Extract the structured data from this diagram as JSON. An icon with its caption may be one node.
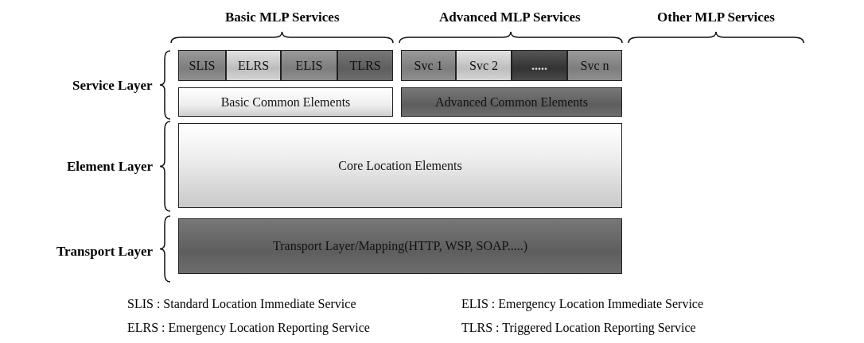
{
  "diagram": {
    "nodes": [
      {
        "text": [
          "SLIS"
        ]
      },
      {
        "text": [
          "ELRS"
        ]
      },
      {
        "text": [
          "ELIS"
        ]
      },
      {
        "text": [
          "TLRS"
        ]
      },
      {
        "text": [
          "Svc 1"
        ]
      },
      {
        "text": [
          "Svc 2"
        ]
      },
      {
        "text": [
          "....."
        ]
      },
      {
        "text": [
          "Svc n"
        ]
      },
      {
        "text": [
          "Basic Common Elements"
        ]
      },
      {
        "text": [
          "Advanced Common Elements"
        ]
      },
      {
        "text": [
          "Core Location Elements"
        ]
      },
      {
        "text": [
          "Transport Layer/Mapping(HTTP, WSP, SOAP.....)"
        ]
      }
    ],
    "labels": [
      "Basic MLP Services",
      "Advanced MLP Services",
      "Other MLP Services",
      "Service Layer",
      "Element Layer",
      "Transport Layer",
      "SLIS : Standard Location Immediate Service",
      "ELIS : Emergency Location Immediate Service",
      "ELRS : Emergency Location Reporting Service",
      "TLRS : Triggered Location Reporting Service"
    ]
  }
}
